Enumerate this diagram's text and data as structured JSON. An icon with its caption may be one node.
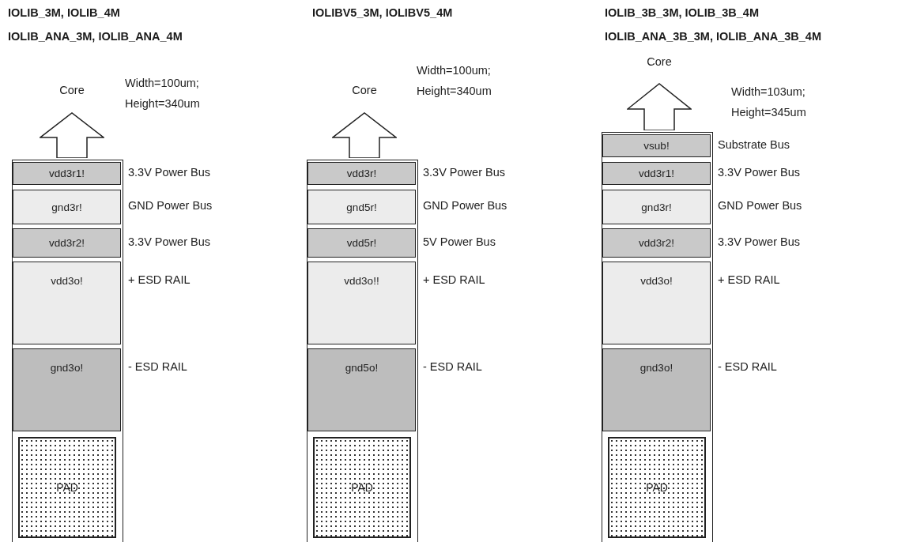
{
  "diagram": {
    "nodes": [
      {
        "text": [
          "Core"
        ]
      },
      {
        "text": [],
        "shape": "box"
      },
      {
        "text": [
          "vdd3r1!"
        ],
        "in": 1,
        "beside": [
          "3.3V Power Bus"
        ]
      },
      {
        "text": [
          "gnd3r!"
        ],
        "in": 1,
        "beside": [
          "GND Power Bus"
        ]
      },
      {
        "text": [
          "vdd3r2!"
        ],
        "in": 1,
        "beside": [
          "3.3V Power Bus"
        ]
      },
      {
        "text": [
          "vdd3o!"
        ],
        "in": 1,
        "beside": [
          "+ ESD RAIL"
        ]
      },
      {
        "text": [
          "gnd3o!"
        ],
        "in": 1,
        "beside": [
          "- ESD RAIL"
        ]
      },
      {
        "text": [
          "PAD"
        ],
        "in": 1
      },
      {
        "text": [
          "Core"
        ]
      },
      {
        "text": [],
        "shape": "box"
      },
      {
        "text": [
          "vdd3r!"
        ],
        "in": 9,
        "beside": [
          "3.3V Power Bus"
        ]
      },
      {
        "text": [
          "gnd5r!"
        ],
        "in": 9,
        "beside": [
          "GND Power Bus"
        ]
      },
      {
        "text": [
          "vdd5r!"
        ],
        "in": 9,
        "beside": [
          "5V Power Bus"
        ]
      },
      {
        "text": [
          "vdd3o!!"
        ],
        "in": 9,
        "beside": [
          "+ ESD RAIL"
        ]
      },
      {
        "text": [
          "gnd5o!"
        ],
        "in": 9,
        "beside": [
          "- ESD RAIL"
        ]
      },
      {
        "text": [
          "PAD"
        ],
        "in": 9
      },
      {
        "text": [
          "Core"
        ]
      },
      {
        "text": [],
        "shape": "box"
      },
      {
        "text": [
          "vsub!"
        ],
        "in": 17,
        "beside": [
          "Substrate Bus"
        ]
      },
      {
        "text": [
          "vdd3r1!"
        ],
        "in": 17,
        "beside": [
          "3.3V Power Bus"
        ]
      },
      {
        "text": [
          "gnd3r!"
        ],
        "in": 17,
        "beside": [
          "GND Power Bus"
        ]
      },
      {
        "text": [
          "vdd3r2!"
        ],
        "in": 17,
        "beside": [
          "3.3V Power Bus"
        ]
      },
      {
        "text": [
          "vdd3o!"
        ],
        "in": 17,
        "beside": [
          "+ ESD RAIL"
        ]
      },
      {
        "text": [
          "gnd3o!"
        ],
        "in": 17,
        "beside": [
          "- ESD RAIL"
        ]
      },
      {
        "text": [
          "PAD"
        ],
        "in": 17
      }
    ],
    "labels": [
      "IOLIB_3M, IOLIB_4M",
      "IOLIB_ANA_3M, IOLIB_ANA_4M",
      "Width=100um; Height=340um",
      "IOLIBV5_3M, IOLIBV5_4M",
      "Width=100um; Height=340um",
      "IOLIB_3B_3M, IOLIB_3B_4M",
      "IOLIB_ANA_3B_3M, IOLIB_ANA_3B_4M",
      "Width=103um; Height=345um"
    ]
  }
}
